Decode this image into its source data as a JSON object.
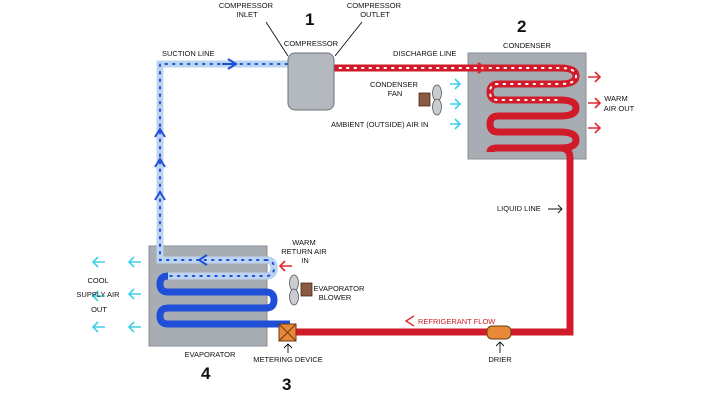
{
  "labels": {
    "compressor_inlet": [
      "COMPRESSOR",
      "INLET"
    ],
    "compressor_outlet": [
      "COMPRESSOR",
      "OUTLET"
    ],
    "compressor": "COMPRESSOR",
    "num1": "1",
    "num2": "2",
    "num3": "3",
    "num4": "4",
    "condenser": "CONDENSER",
    "suction_line": "SUCTION LINE",
    "discharge_line": "DISCHARGE LINE",
    "condenser_fan": [
      "CONDENSER",
      "FAN"
    ],
    "ambient_air": "AMBIENT (OUTSIDE) AIR IN",
    "warm_air_out": [
      "WARM",
      "AIR OUT"
    ],
    "liquid_line": "LIQUID LINE",
    "warm_return_air": [
      "WARM",
      "RETURN AIR",
      "IN"
    ],
    "evaporator_blower": [
      "EVAPORATOR",
      "BLOWER"
    ],
    "cool_supply_air": [
      "COOL",
      "SUPPLY AIR",
      "OUT"
    ],
    "refrigerant_flow": "REFRIGERANT FLOW",
    "evaporator": "EVAPORATOR",
    "metering_device": "METERING DEVICE",
    "drier": "DRIER"
  },
  "colors": {
    "hot_line": "#d11b2b",
    "cold_line": "#1e4fd6",
    "vapor_line": "#bcd4f0",
    "hot_dots": "#ffffff",
    "cold_dots": "#1e4fd6",
    "air_arrow_in": "#3fd0e8",
    "air_arrow_out": "#e0282e",
    "unit_box": "#a8adb3",
    "compressor": "#b4b9bf",
    "metering": "#e8893a",
    "drier": "#e8893a"
  }
}
